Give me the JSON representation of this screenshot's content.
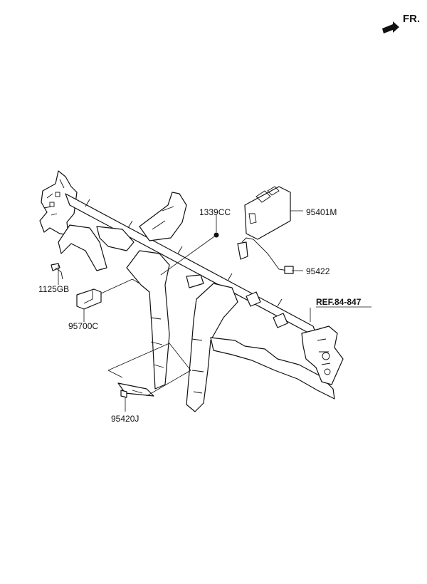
{
  "orientation": {
    "label": "FR.",
    "icon": "forward-arrow-icon"
  },
  "reference": {
    "label": "REF.84-847"
  },
  "parts": [
    {
      "id": "p1339cc",
      "code": "1339CC"
    },
    {
      "id": "p95401m",
      "code": "95401M"
    },
    {
      "id": "p95422",
      "code": "95422"
    },
    {
      "id": "p1125gb",
      "code": "1125GB"
    },
    {
      "id": "p95700c",
      "code": "95700C"
    },
    {
      "id": "p95420j",
      "code": "95420J"
    }
  ]
}
